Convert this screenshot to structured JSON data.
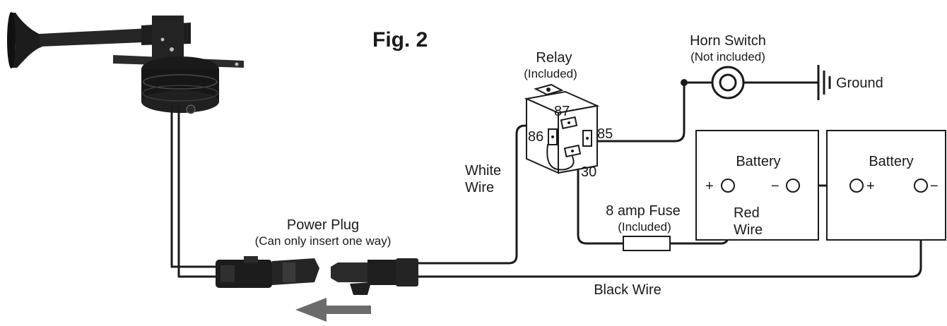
{
  "figure": {
    "title": "Fig. 2"
  },
  "horn": {
    "icon": "air-horn-icon"
  },
  "relay": {
    "label": "Relay",
    "note": "(Included)",
    "terminals": [
      "87",
      "86",
      "85",
      "30"
    ]
  },
  "horn_switch": {
    "label": "Horn Switch",
    "note": "(Not included)"
  },
  "ground": {
    "label": "Ground"
  },
  "batteries": [
    {
      "label": "Battery",
      "pos_sign": "+",
      "neg_sign": "−"
    },
    {
      "label": "Battery",
      "pos_sign": "+",
      "neg_sign": "−"
    }
  ],
  "wires": {
    "white_line1": "White",
    "white_line2": "Wire",
    "red_line1": "Red",
    "red_line2": "Wire",
    "black": "Black Wire"
  },
  "fuse": {
    "label": "8 amp Fuse",
    "note": "(Included)"
  },
  "power_plug": {
    "label": "Power Plug",
    "note": "(Can only insert one way)"
  },
  "colors": {
    "line": "#1a1a1a",
    "arrow": "#6b6b6b",
    "horn_body": "#1c1c1c"
  }
}
